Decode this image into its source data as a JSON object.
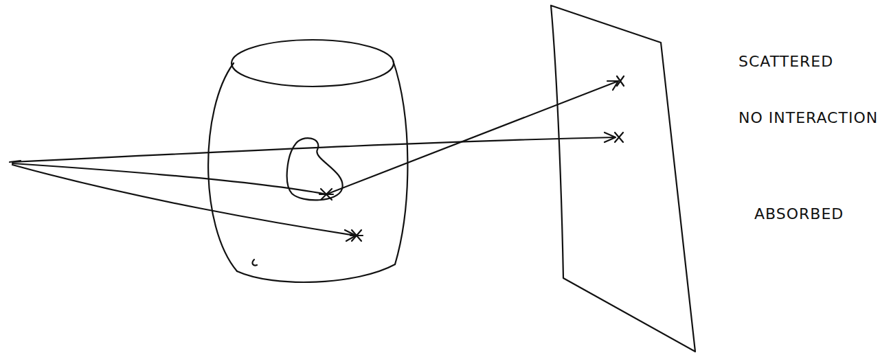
{
  "diagram": {
    "labels": [
      "SCATTERED",
      "NO INTERACTION",
      "ABSORBED"
    ]
  }
}
